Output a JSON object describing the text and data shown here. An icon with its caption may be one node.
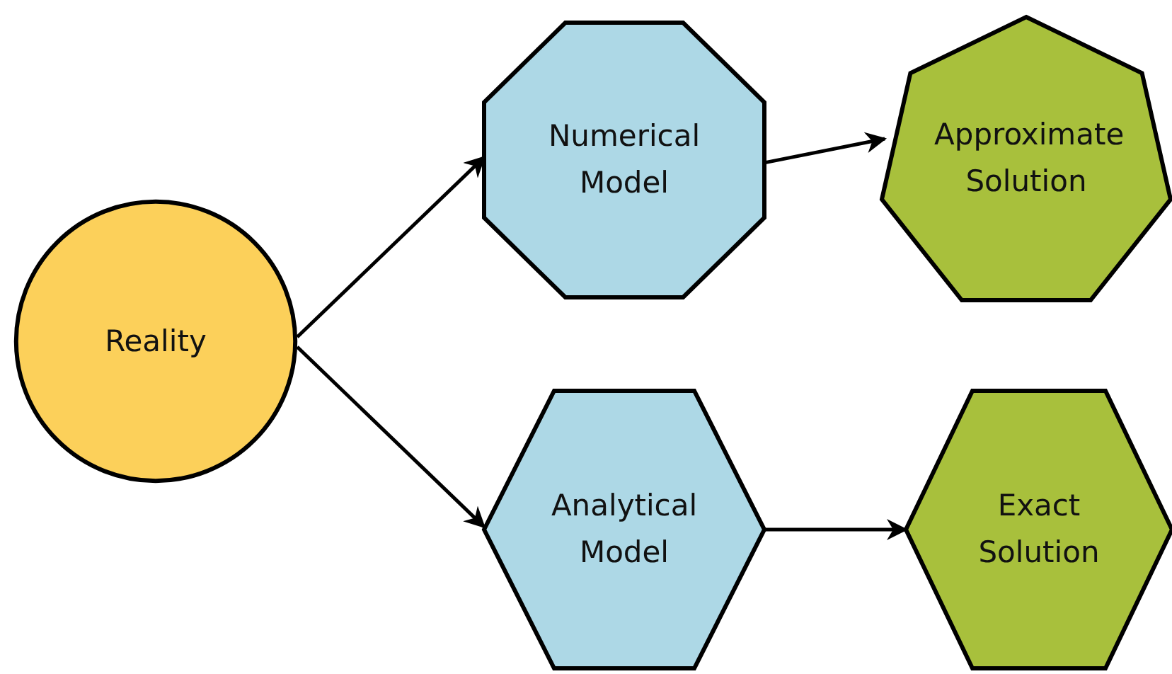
{
  "diagram": {
    "nodes": [
      {
        "text": [
          "Reality"
        ]
      },
      {
        "text": [
          "Numerical Model"
        ]
      },
      {
        "text": [
          "Approximate Solution"
        ]
      },
      {
        "text": [
          "Analytical Model"
        ]
      },
      {
        "text": [
          "Exact Solution"
        ]
      }
    ],
    "edges": [
      {
        "from": 0,
        "to": 1,
        "arrow": "to"
      },
      {
        "from": 1,
        "to": 2,
        "arrow": "to"
      },
      {
        "from": 0,
        "to": 3,
        "arrow": "to"
      },
      {
        "from": 3,
        "to": 4,
        "arrow": "to"
      }
    ]
  }
}
